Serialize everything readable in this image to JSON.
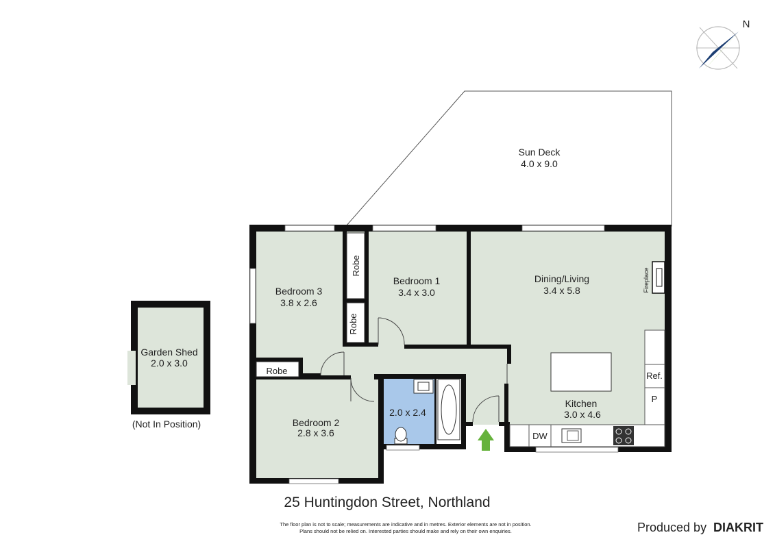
{
  "rooms": {
    "sun_deck": {
      "name": "Sun Deck",
      "size": "4.0 x 9.0"
    },
    "bedroom3": {
      "name": "Bedroom 3",
      "size": "3.8 x 2.6"
    },
    "bedroom1": {
      "name": "Bedroom 1",
      "size": "3.4 x 3.0"
    },
    "dining_living": {
      "name": "Dining/Living",
      "size": "3.4 x 5.8"
    },
    "bedroom2": {
      "name": "Bedroom 2",
      "size": "2.8 x 3.6"
    },
    "bathroom": {
      "size": "2.0 x 2.4"
    },
    "kitchen": {
      "name": "Kitchen",
      "size": "3.0 x 4.6"
    },
    "garden_shed": {
      "name": "Garden Shed",
      "size": "2.0 x 3.0"
    }
  },
  "labels": {
    "robe": "Robe",
    "fireplace": "Fireplace",
    "fridge": "Ref.",
    "pantry": "P",
    "dishwasher": "DW",
    "not_in_position": "(Not In Position)"
  },
  "compass": {
    "north": "N"
  },
  "address": "25 Huntingdon Street, Northland",
  "disclaimer": {
    "line1": "The floor plan is not to scale; measurements are indicative and in metres. Exterior elements are not in position.",
    "line2": "Plans should not be relied on. Interested parties should make and rely on their own enquiries."
  },
  "credit": {
    "produced_by": "Produced by",
    "brand": "DIAKRIT"
  },
  "colors": {
    "room_fill": "#dde5da",
    "bathroom_fill": "#a9c8ea",
    "wall": "#111111",
    "arrow": "#66b23c",
    "compass_blue": "#1d3f73",
    "compass_green": "#7bb540"
  }
}
